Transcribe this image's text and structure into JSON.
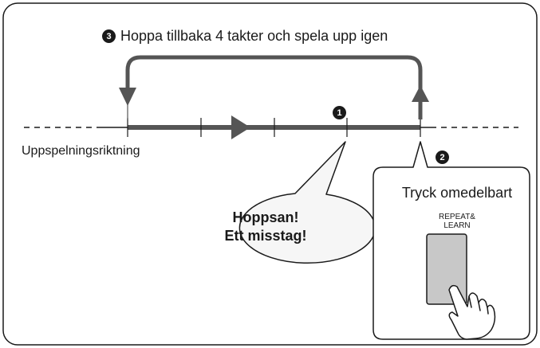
{
  "header": {
    "step_badge": "3",
    "text": "Hoppa tillbaka 4 takter och spela upp igen"
  },
  "timeline": {
    "direction_label": "Uppspelningsriktning",
    "badge_1": "1",
    "badge_2": "2"
  },
  "speech_bubble": {
    "line1": "Hoppsan!",
    "line2": "Ett misstag!"
  },
  "button_panel": {
    "title": "Tryck omedelbart",
    "button_label_line1": "REPEAT&",
    "button_label_line2": "LEARN"
  },
  "colors": {
    "track": "#555555",
    "frame": "#1a1a1a",
    "button_fill": "#c8c8c8",
    "bubble_fill": "#f6f6f6"
  }
}
